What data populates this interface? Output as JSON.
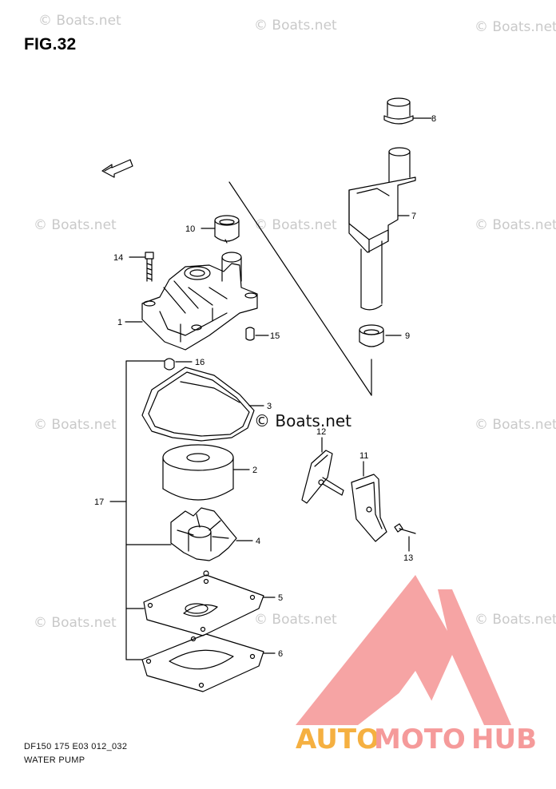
{
  "figure": {
    "title": "FIG.32",
    "code": "DF150 175 E03 012_032",
    "name": "WATER PUMP"
  },
  "watermark": {
    "text": "© Boats.net"
  },
  "direction_label": "FWD",
  "callouts": [
    "1",
    "2",
    "3",
    "4",
    "5",
    "6",
    "7",
    "8",
    "9",
    "10",
    "11",
    "12",
    "13",
    "14",
    "15",
    "16",
    "17"
  ],
  "logo": {
    "part1": "AUTO",
    "part2": "MOTO",
    "part3": "HUB",
    "color_main": "#ef3b3b",
    "color_light": "#f59a9a",
    "color_gold": "#f5b041"
  }
}
